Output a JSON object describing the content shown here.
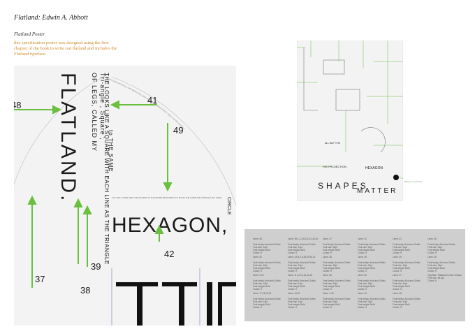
{
  "header": {
    "title": "Flatland: Edwin A. Abbott",
    "subtitle": "Flatland Poster",
    "description": "this specification poster was designed using the first chapter of the book to write out flatland and includes the Flatland typeface."
  },
  "poster": {
    "headline": "FLATLAND.",
    "hexagon": "HEXAGON,",
    "circle": "CIRCLE",
    "line1": "OF LEGS, CALLED MY",
    "line2": "Tri-angle , Square ,",
    "line3": "to THE SAME",
    "body_top": "THE LOOKS LIKE A SQUARE WITH EACH LINE AS THE TRIANGLE",
    "arc_text": "BUT THESE AFTER ALL THE SHAPES AND LINES AND FIGURES MOVE FREELY ABOUT ON THE SURFACE",
    "fine_text": "YOU WILL THEN SEE THE FIGURES IN THE PAPER BEGINNING TO MOVE THE SAME AND APPEAR LIKE LINES",
    "markers": [
      "48",
      "41",
      "49",
      "42",
      "39",
      "38",
      "37"
    ],
    "accent_color": "#6abf3f"
  },
  "thumbnail": {
    "words": [
      "THE PROJECTION",
      "HEXAGON",
      "SHAPES",
      "MATTER",
      "ALL BUT THE"
    ],
    "legend": "Flatland Line Poster",
    "accent_color": "#6abf3f"
  },
  "spec_sheet": {
    "cells": [
      "Lines: 48\n\nFont family: Arial and Gothic\nFont size: 24pt\nFont weight: Bold\nColour: K",
      "Lines: 38,1,2,3,40,41,42,43,44\n\nFont family: Arial and Gothic\nFont size: 14pt\nFont weight: Bold\nColour: K",
      "Lines: 47\n\nFont family: Arial and Gothic\nFont size: 18pt\nFont weight: Bold\nColour: K",
      "Lines: 42\n\nFont family: Arial and Gothic\nFont size: 24pt\nFont weight: Bold\nColour: K",
      "Lines: 41\n\nFont family: Arial and Gothic\nFont size: 10pt\nFont weight: Bold\nColour: K",
      "Lines: 46\n\nFont family: Arial and Gothic\nFont size: 24pt\nFont weight: Bold\nColour: K",
      "Lines: 52\n\nFont family: Arial and Gothic\nFont size: 15pt\nFont weight: Bold\nColour: K",
      "Lines: 4,5,6,7,8,28,29,30,31\n\nFont family: Arial and Gothic\nFont size: 14pt\nFont weight: Bold\nColour: K",
      "Lines: 38\n\nFont family: Arial and Gothic\nFont size: 18pt\nFont weight: Bold\nColour: K",
      "Lines: 49\n\nFont family: Arial and Gothic\nFont size: 24pt\nFont weight: Bold\nColour: K",
      "Lines: 39\n\nFont family: Arial and Gothic\nFont size: 10pt\nFont weight: Bold\nColour: K",
      "Lines: 45\n\nFont family: Arial and Gothic\nFont size: 24pt\nFont weight: Bold\nColour: K",
      "Lines: 9,10\n\nFont family: Arial and Gothic\nFont size: 15pt\nFont weight: Bold\nColour: K",
      "Lines: 11,12,13,14,15,16\n\nFont family: Arial and Gothic\nFont size: 14pt\nFont weight: Bold\nColour: K",
      "Lines: 36\n\nFont family: Arial and Gothic\nFont size: 18pt\nFont weight: Bold\nColour: K",
      "Lines: 50\n\nFont family: Arial and Gothic\nFont size: 24pt\nFont weight: Bold\nColour: K",
      "Lines: 37\n\nFont family: Arial and Gothic\nFont size: 10pt\nFont weight: Bold\nColour: K",
      "Typeface: Flatland by Cam Gibson\nFont size: 55.5pt\nColour: K",
      "Lines: 17,18,19,20\n\nFont family: Arial and Gothic\nFont size: 15pt\nFont weight: Bold\nColour: K",
      "Lines: 19,20\n\nFont family: Arial and Gothic\nFont size: 14pt\nFont weight: Bold\nColour: K",
      "Lines: 1-32\n\nFont family: Arial and Gothic\nFont size: 18pt\nFont weight: Bold\nColour: K",
      "Lines: 44\n\nFont family: Arial and Gothic\nFont size: 24pt\nFont weight: Bold\nColour: K",
      "Lines: 36\n\nFont family: Arial and Gothic\nFont size: 10pt\nFont weight: Bold\nColour: K"
    ]
  }
}
